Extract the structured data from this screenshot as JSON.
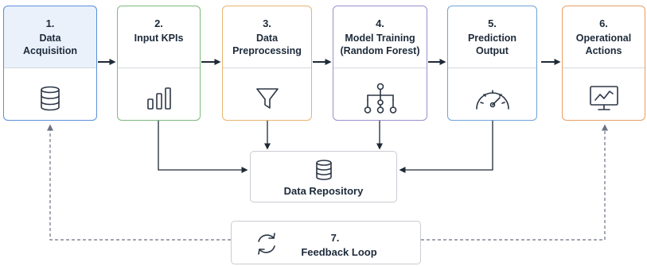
{
  "steps": [
    {
      "number": "1.",
      "title_line1": "Data",
      "title_line2": "Acquisition",
      "icon": "database-icon",
      "color": "#5b8fd8"
    },
    {
      "number": "2.",
      "title_line1": "Input KPIs",
      "title_line2": "",
      "icon": "bar-chart-icon",
      "color": "#7db97d"
    },
    {
      "number": "3.",
      "title_line1": "Data",
      "title_line2": "Preprocessing",
      "icon": "funnel-icon",
      "color": "#e6b470"
    },
    {
      "number": "4.",
      "title_line1": "Model Training",
      "title_line2": "(Random Forest)",
      "icon": "tree-hierarchy-icon",
      "color": "#9a8fd0"
    },
    {
      "number": "5.",
      "title_line1": "Prediction",
      "title_line2": "Output",
      "icon": "gauge-icon",
      "color": "#6fa2d8"
    },
    {
      "number": "6.",
      "title_line1": "Operational",
      "title_line2": "Actions",
      "icon": "monitor-chart-icon",
      "color": "#e7a064"
    }
  ],
  "repository": {
    "label": "Data Repository",
    "icon": "database-icon"
  },
  "feedback": {
    "number": "7.",
    "label": "Feedback Loop",
    "icon": "refresh-cycle-icon"
  },
  "colors": {
    "arrow": "#1f2a37",
    "loop_line": "#6b7280",
    "step1_header_bg": "#eaf1fb"
  }
}
